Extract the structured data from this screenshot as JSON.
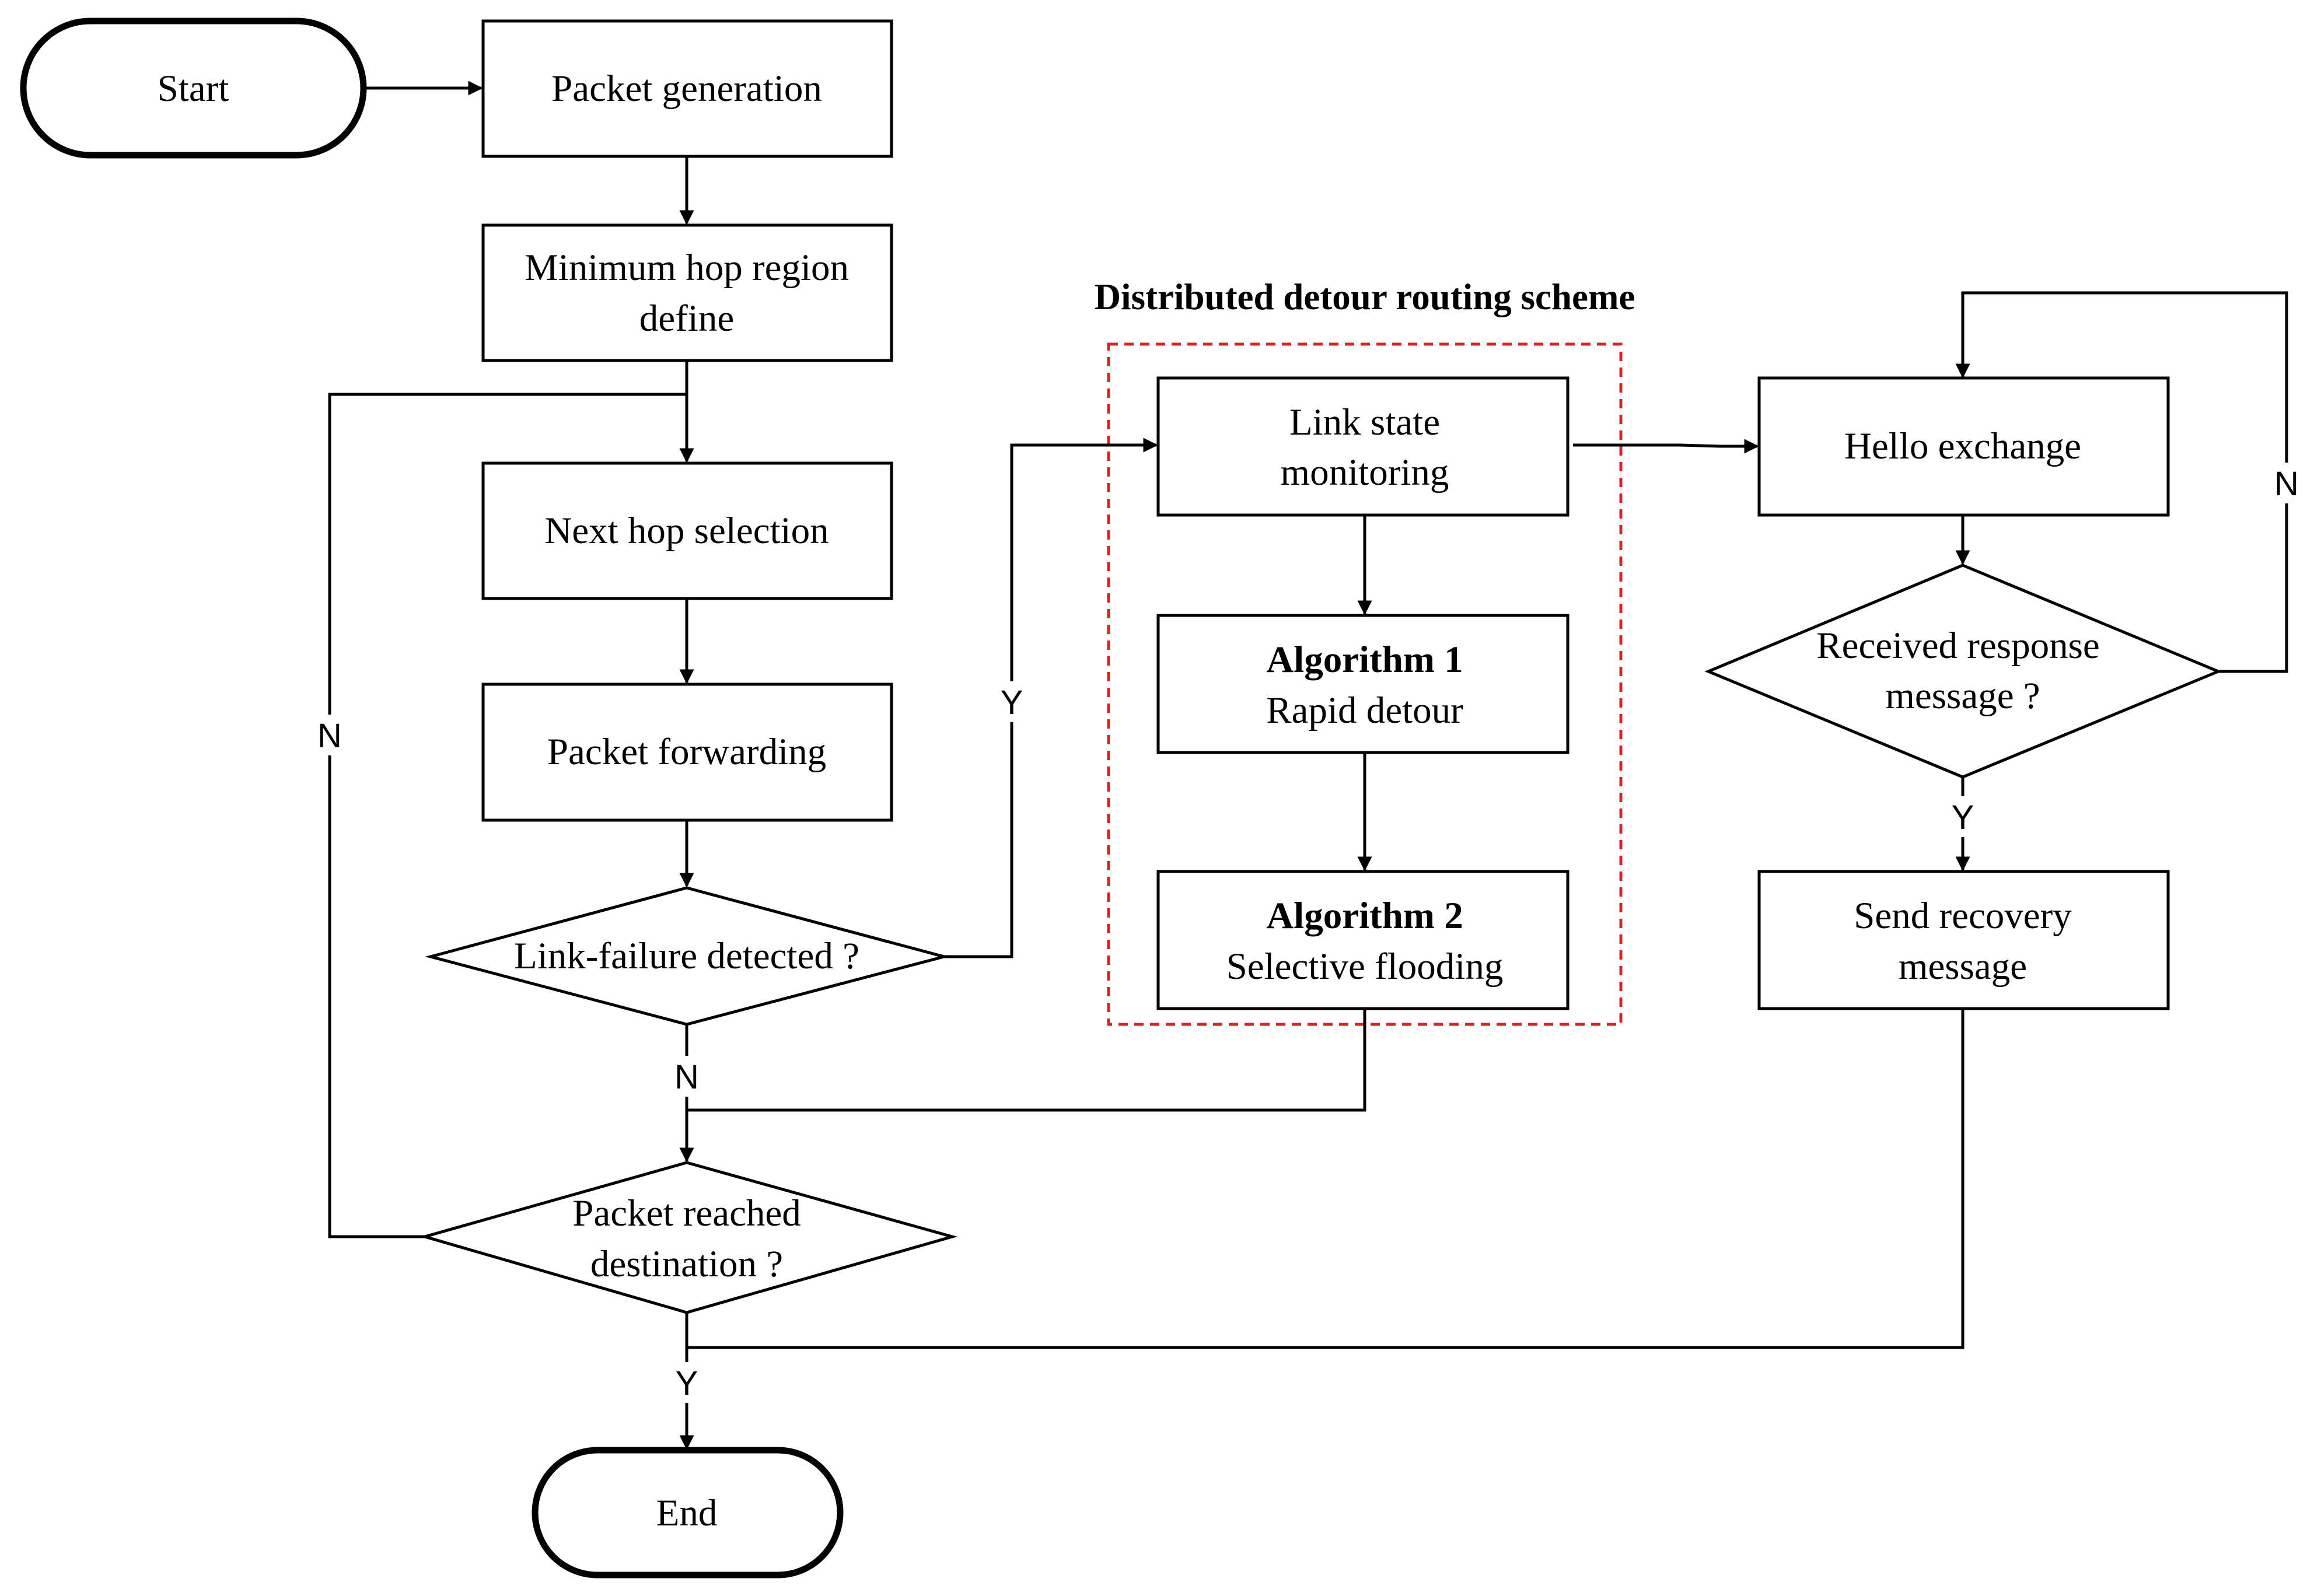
{
  "group": {
    "title": "Distributed detour routing scheme",
    "border_color": "#e02020"
  },
  "nodes": {
    "start": "Start",
    "packet_generation": "Packet generation",
    "min_hop_region": [
      "Minimum hop region",
      "define"
    ],
    "next_hop": "Next hop selection",
    "packet_forwarding": "Packet forwarding",
    "link_failure": "Link-failure detected ?",
    "packet_reached": [
      "Packet reached",
      "destination ?"
    ],
    "end": "End",
    "link_state": [
      "Link state",
      "monitoring"
    ],
    "algorithm1": {
      "title": "Algorithm 1",
      "subtitle": "Rapid detour"
    },
    "algorithm2": {
      "title": "Algorithm 2",
      "subtitle": "Selective flooding"
    },
    "hello": "Hello exchange",
    "received_response": [
      "Received response",
      "message ?"
    ],
    "send_recovery": [
      "Send recovery",
      "message"
    ]
  },
  "edge_labels": {
    "link_failure_yes": "Y",
    "link_failure_no": "N",
    "reached_no": "N",
    "reached_yes": "Y",
    "response_no": "N",
    "response_yes": "Y"
  }
}
